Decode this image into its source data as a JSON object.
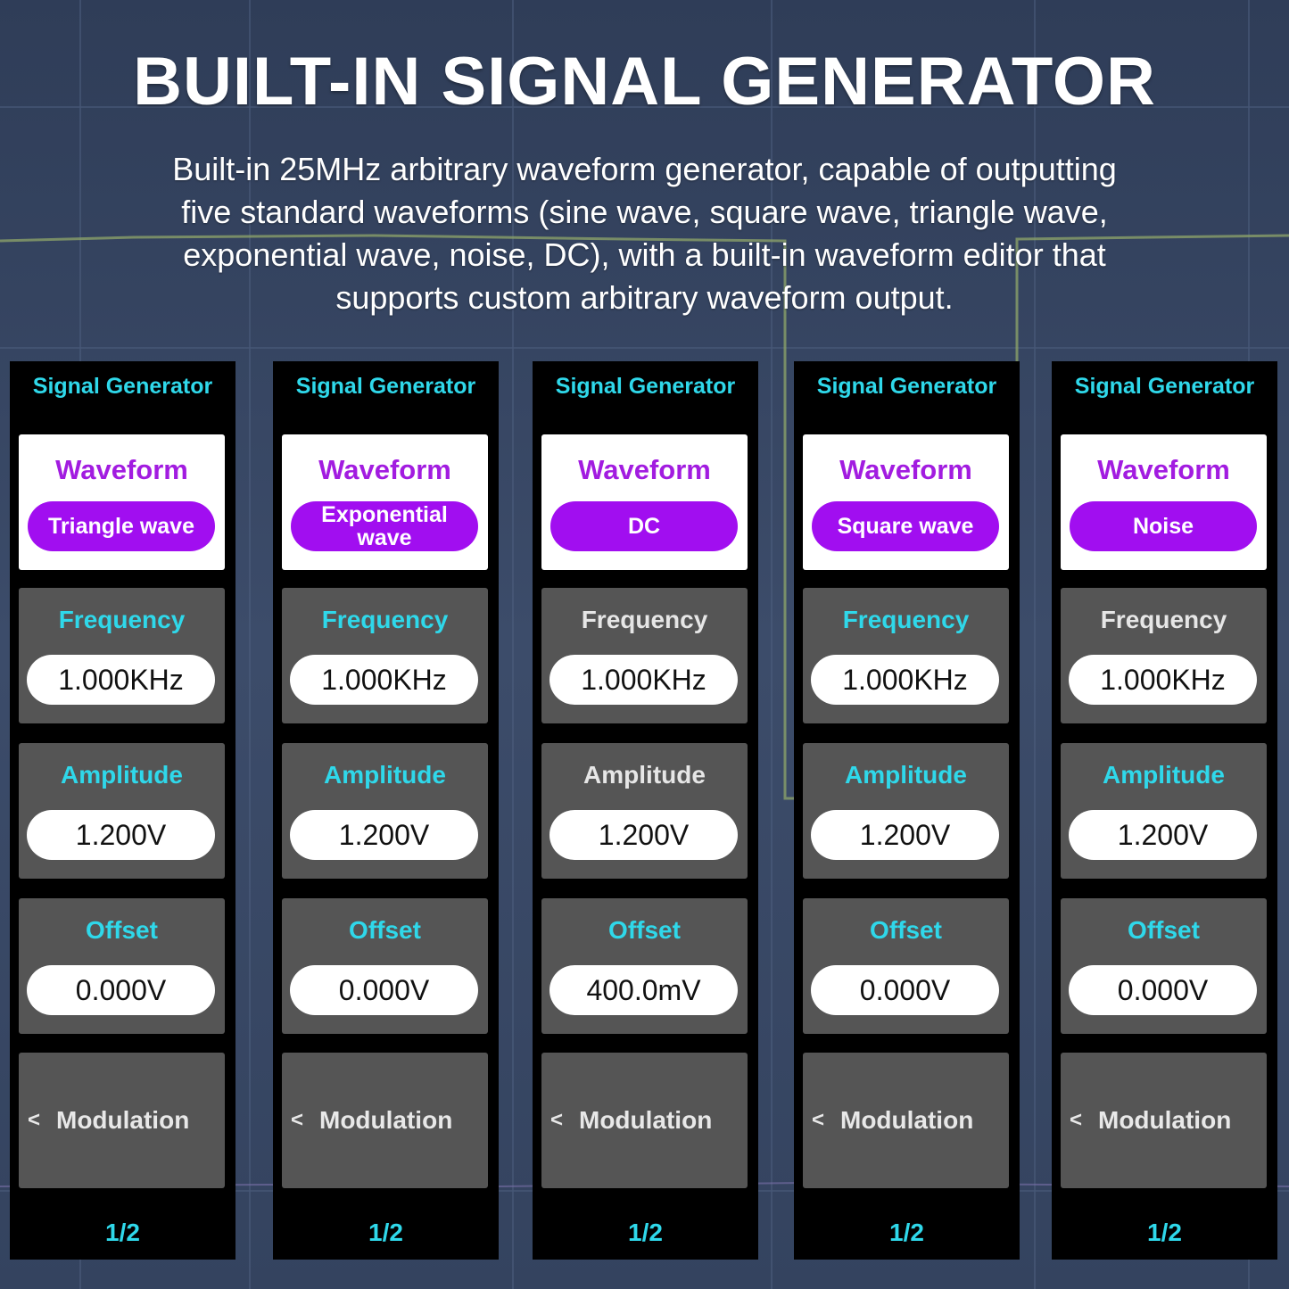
{
  "header": {
    "title": "BUILT-IN SIGNAL GENERATOR",
    "description_lines": [
      "Built-in 25MHz arbitrary waveform generator, capable of outputting",
      "five standard waveforms (sine wave, square wave, triangle wave,",
      "exponential wave, noise, DC), with a built-in waveform editor that",
      "supports custom arbitrary waveform output."
    ]
  },
  "colors": {
    "accent_cyan": "#2fd8ea",
    "accent_purple": "#a10ef0",
    "panel_bg": "#000000",
    "card_gray": "#555555",
    "dimmed_label": "#e6e6e6"
  },
  "panels": [
    {
      "title": "Signal Generator",
      "waveform_label": "Waveform",
      "waveform_value": "Triangle wave",
      "frequency_label": "Frequency",
      "frequency_value": "1.000KHz",
      "frequency_label_color": "#2fd8ea",
      "amplitude_label": "Amplitude",
      "amplitude_value": "1.200V",
      "amplitude_label_color": "#2fd8ea",
      "offset_label": "Offset",
      "offset_value": "0.000V",
      "offset_label_color": "#2fd8ea",
      "modulation_chevron": "<",
      "modulation_label": "Modulation",
      "page": "1/2"
    },
    {
      "title": "Signal Generator",
      "waveform_label": "Waveform",
      "waveform_value": "Exponential wave",
      "frequency_label": "Frequency",
      "frequency_value": "1.000KHz",
      "frequency_label_color": "#2fd8ea",
      "amplitude_label": "Amplitude",
      "amplitude_value": "1.200V",
      "amplitude_label_color": "#2fd8ea",
      "offset_label": "Offset",
      "offset_value": "0.000V",
      "offset_label_color": "#2fd8ea",
      "modulation_chevron": "<",
      "modulation_label": "Modulation",
      "page": "1/2"
    },
    {
      "title": "Signal Generator",
      "waveform_label": "Waveform",
      "waveform_value": "DC",
      "frequency_label": "Frequency",
      "frequency_value": "1.000KHz",
      "frequency_label_color": "#e6e6e6",
      "amplitude_label": "Amplitude",
      "amplitude_value": "1.200V",
      "amplitude_label_color": "#e6e6e6",
      "offset_label": "Offset",
      "offset_value": "400.0mV",
      "offset_label_color": "#2fd8ea",
      "modulation_chevron": "<",
      "modulation_label": "Modulation",
      "page": "1/2"
    },
    {
      "title": "Signal Generator",
      "waveform_label": "Waveform",
      "waveform_value": "Square wave",
      "frequency_label": "Frequency",
      "frequency_value": "1.000KHz",
      "frequency_label_color": "#2fd8ea",
      "amplitude_label": "Amplitude",
      "amplitude_value": "1.200V",
      "amplitude_label_color": "#2fd8ea",
      "offset_label": "Offset",
      "offset_value": "0.000V",
      "offset_label_color": "#2fd8ea",
      "modulation_chevron": "<",
      "modulation_label": "Modulation",
      "page": "1/2"
    },
    {
      "title": "Signal Generator",
      "waveform_label": "Waveform",
      "waveform_value": "Noise",
      "frequency_label": "Frequency",
      "frequency_value": "1.000KHz",
      "frequency_label_color": "#e6e6e6",
      "amplitude_label": "Amplitude",
      "amplitude_value": "1.200V",
      "amplitude_label_color": "#2fd8ea",
      "offset_label": "Offset",
      "offset_value": "0.000V",
      "offset_label_color": "#2fd8ea",
      "modulation_chevron": "<",
      "modulation_label": "Modulation",
      "page": "1/2"
    }
  ]
}
